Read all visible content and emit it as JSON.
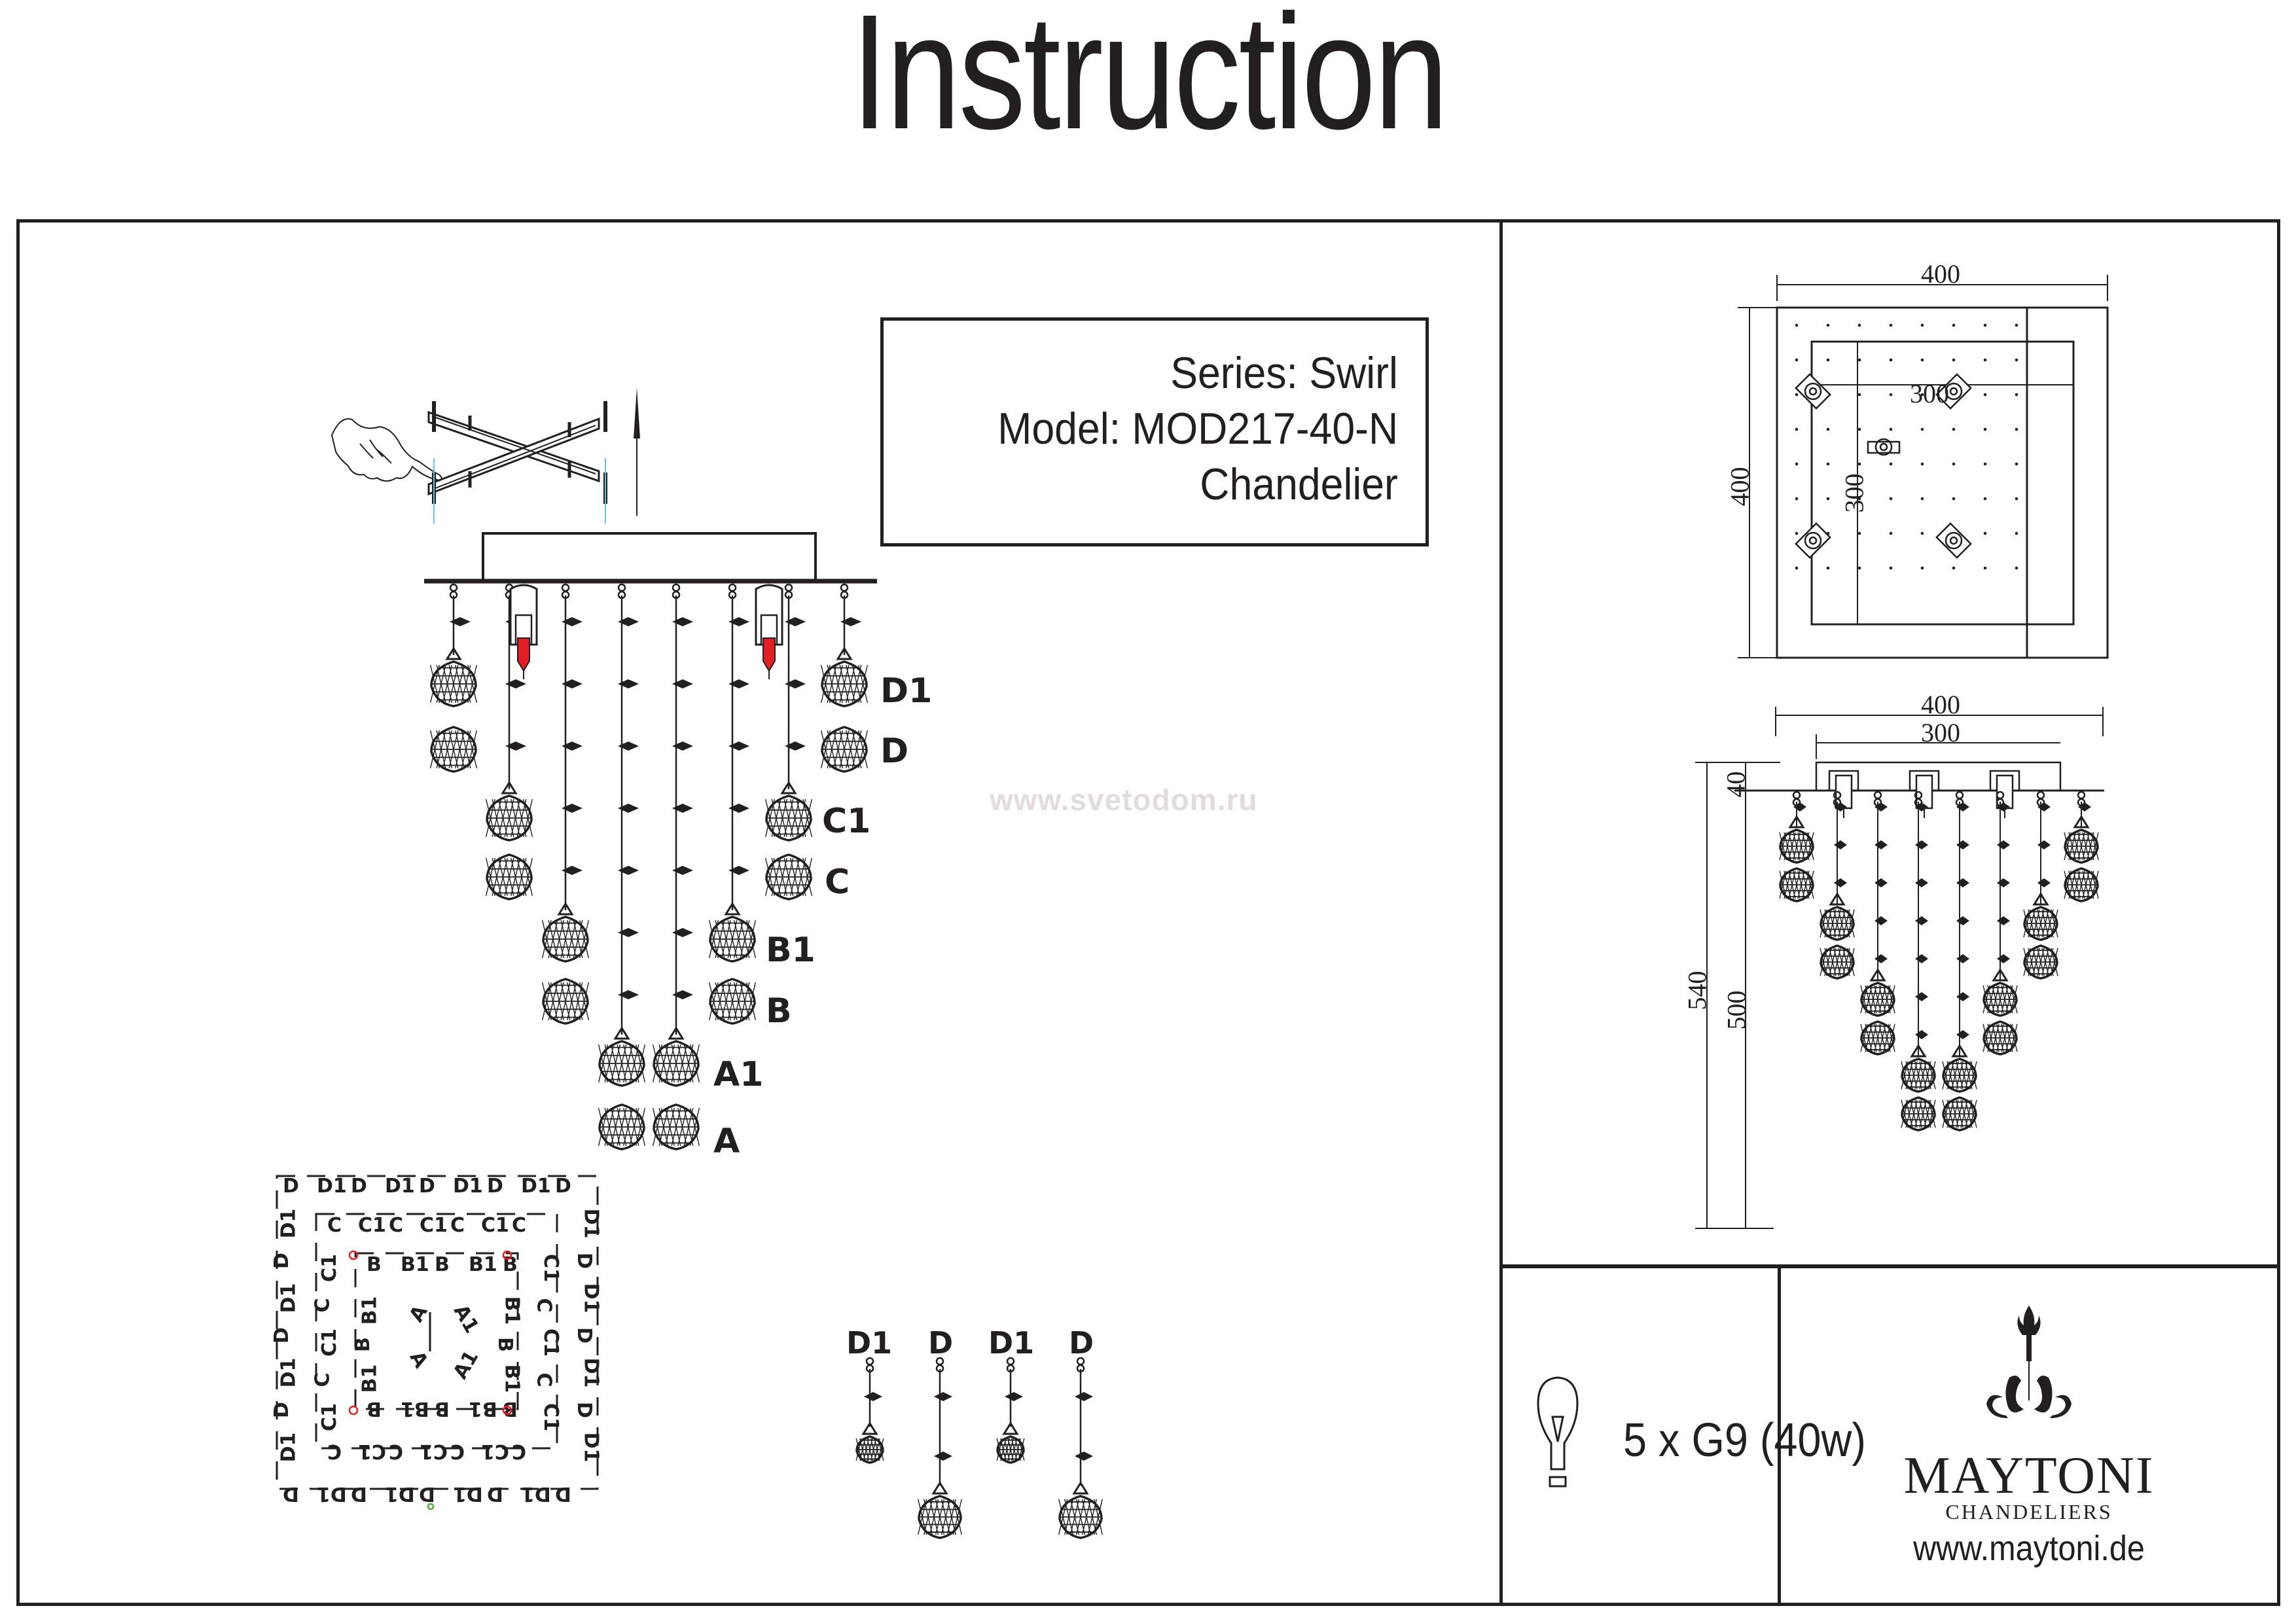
{
  "document": {
    "title": "Instruction",
    "watermark": "www.svetodom.ru"
  },
  "info_box": {
    "series": "Series: Swirl",
    "model": "Model: MOD217-40-N",
    "type": "Chandelier"
  },
  "assembly": {
    "pendant_labels": [
      "D1",
      "D",
      "C1",
      "C",
      "B1",
      "B",
      "A1",
      "A"
    ],
    "pendant_rows": [
      {
        "label": "D1",
        "strands": "outer"
      },
      {
        "label": "D",
        "strands": "outer"
      },
      {
        "label": "C1",
        "strands": "second"
      },
      {
        "label": "C",
        "strands": "second"
      },
      {
        "label": "B1",
        "strands": "third"
      },
      {
        "label": "B",
        "strands": "third"
      },
      {
        "label": "A1",
        "strands": "center"
      },
      {
        "label": "A",
        "strands": "center"
      }
    ],
    "detail_labels": [
      "D1",
      "D",
      "D1",
      "D"
    ]
  },
  "layout_map": {
    "outer_top": [
      "D",
      "D1",
      "D",
      "D1",
      "D",
      "D1",
      "D",
      "D1",
      "D"
    ],
    "outer_side": [
      "D1",
      "D",
      "D1",
      "D",
      "D1",
      "D",
      "D1"
    ],
    "ring_c_top": [
      "C",
      "C1",
      "C",
      "C1",
      "C",
      "C1",
      "C"
    ],
    "ring_c_side": [
      "C1",
      "C",
      "C1",
      "C",
      "C1"
    ],
    "ring_b_top": [
      "B",
      "B1",
      "B",
      "B1",
      "B"
    ],
    "ring_b_side": [
      "B1",
      "B",
      "B1"
    ],
    "center": [
      "A",
      "A1",
      "A",
      "A1"
    ]
  },
  "top_view": {
    "outer_width": "400",
    "outer_height": "400",
    "inner_width": "300",
    "inner_height": "300"
  },
  "side_view": {
    "outer_width": "400",
    "canopy_width": "300",
    "canopy_height": "40",
    "total_height": "540",
    "drop_height": "500"
  },
  "lamp": {
    "icon": "bulb-icon",
    "spec": "5 x G9 (40w)"
  },
  "brand": {
    "name": "MAYTONI",
    "subtitle": "CHANDELIERS",
    "url": "www.maytoni.de",
    "logo_icon": "chandelier-ornament-icon"
  },
  "colors": {
    "ink": "#231f20",
    "accent_red": "#e31e24",
    "watermark": "#e4dcdc",
    "guide_blue": "#6cc3d9",
    "marker_green": "#6ab04c"
  }
}
